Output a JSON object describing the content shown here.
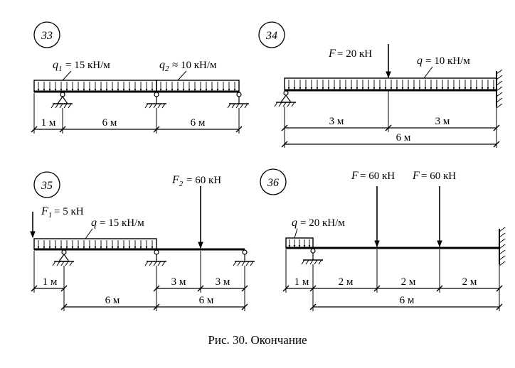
{
  "caption": "Рис. 30. Окончание",
  "problems": {
    "p33": {
      "number": "33",
      "q1": "15 кН/м",
      "q2": "≈ 10 кН/м",
      "d1": "1 м",
      "d2": "6 м",
      "d3": "6 м"
    },
    "p34": {
      "number": "34",
      "f": "= 20 кН",
      "q": "= 10 кН/м",
      "d1": "3 м",
      "d2": "3 м",
      "total": "6 м"
    },
    "p35": {
      "number": "35",
      "f1": "= 5 кН",
      "f2": "60 кН",
      "q": "= 15 кН/м",
      "d1": "1 м",
      "d2": "6 м",
      "d3": "3 м",
      "d4": "3 м",
      "d5": "6 м"
    },
    "p36": {
      "number": "36",
      "f_a": "= 60 кН",
      "f_b": "= 60 кН",
      "q": "= 20 кН/м",
      "d1": "1 м",
      "d2": "2 м",
      "d3": "2 м",
      "d4": "2 м",
      "total": "6 м"
    }
  }
}
